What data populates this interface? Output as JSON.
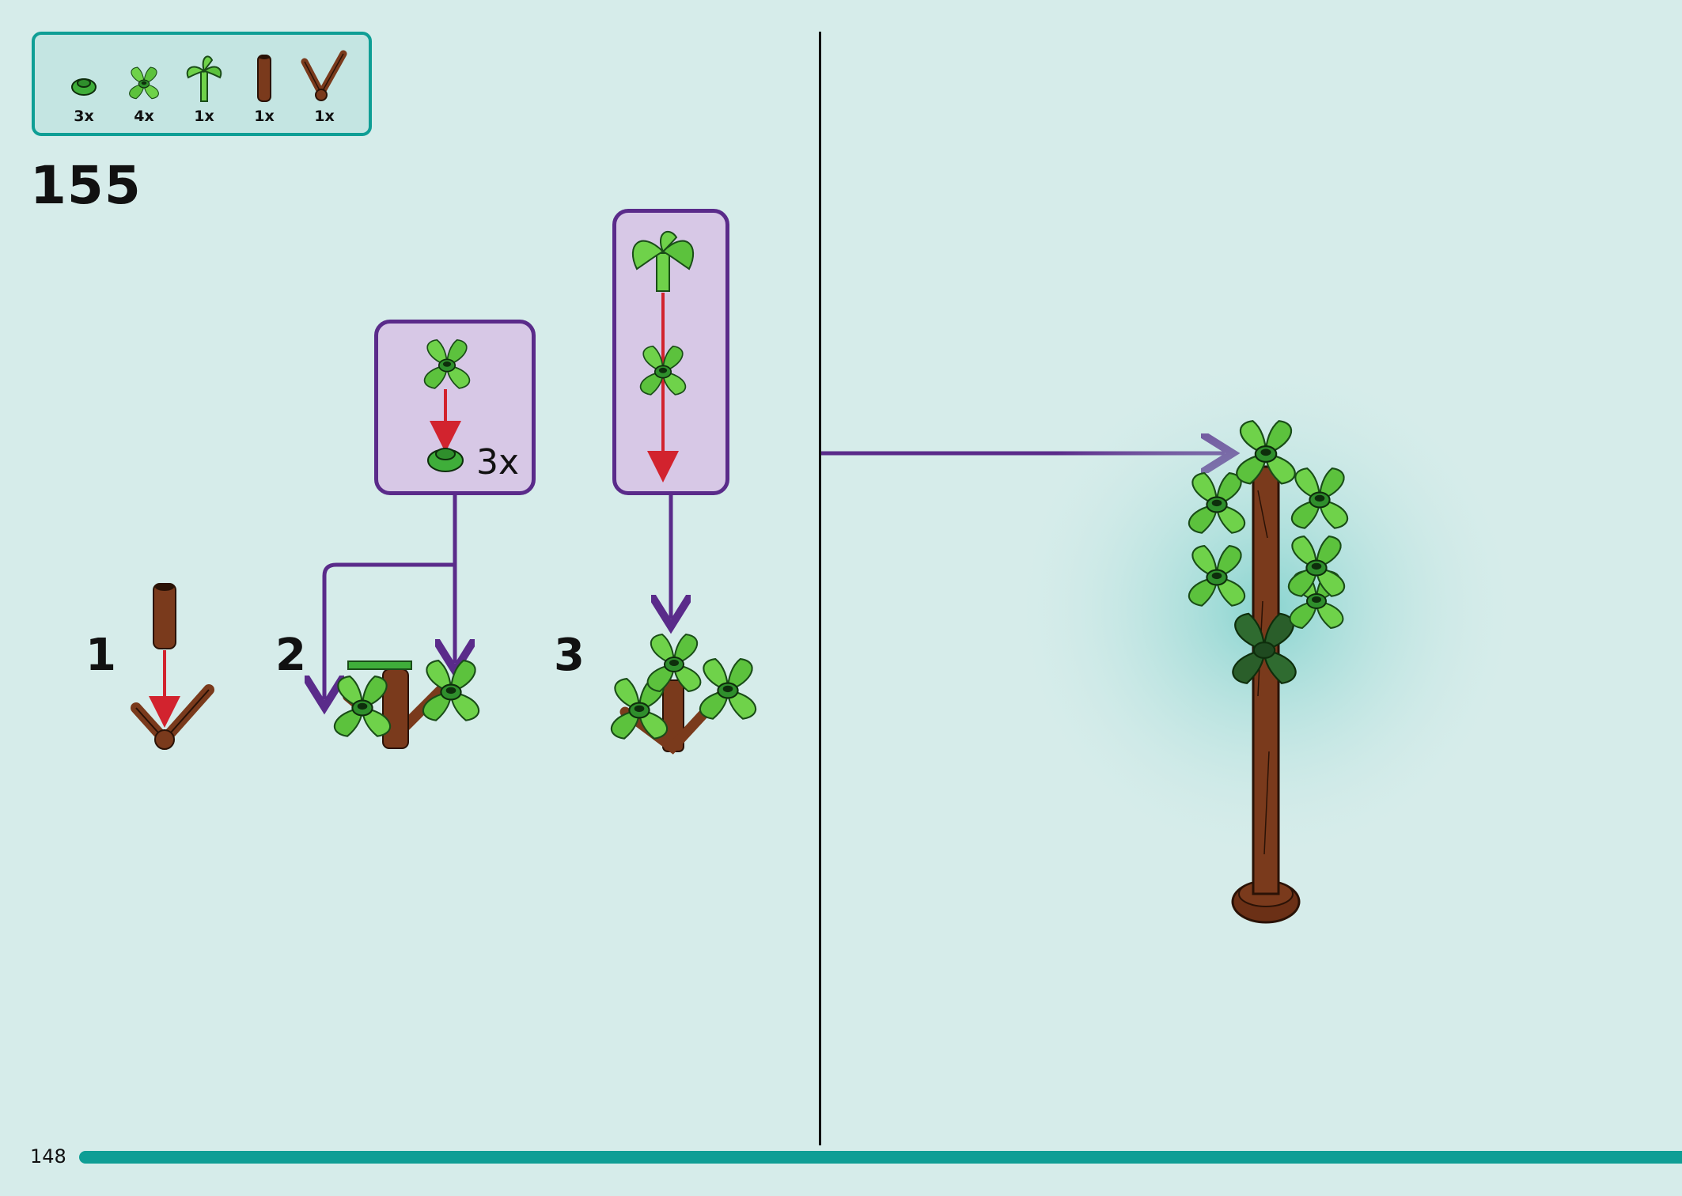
{
  "parts": [
    {
      "name": "round-plate-green",
      "qty": "3x"
    },
    {
      "name": "leaf-plate-green",
      "qty": "4x"
    },
    {
      "name": "palm-top-green",
      "qty": "1x"
    },
    {
      "name": "brown-bar",
      "qty": "1x"
    },
    {
      "name": "brown-branch",
      "qty": "1x"
    }
  ],
  "step_number": "155",
  "sub_steps": {
    "one": "1",
    "two": "2",
    "three": "3"
  },
  "callout_qty": "3x",
  "page_number": "148",
  "colors": {
    "background": "#d6ecea",
    "accent_teal": "#0f9e95",
    "callout_fill": "#d7c8e6",
    "callout_border": "#5a2b8a",
    "leaf_green": "#6fd24a",
    "leaf_dark": "#2f8f2c",
    "brown": "#7a3a1c",
    "arrow_red": "#d2232e"
  }
}
